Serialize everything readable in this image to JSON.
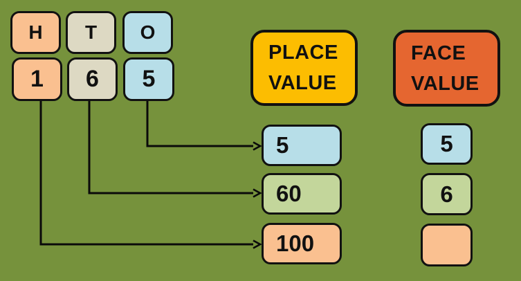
{
  "diagram": {
    "title_semantic": "Place value and face value of 165",
    "background_color": "#76923C",
    "border_color": "#111111",
    "arrow_color": "#0a0a0a"
  },
  "tiles": {
    "headers": [
      {
        "label": "H",
        "color": "#FAC090"
      },
      {
        "label": "T",
        "color": "#DDD9C3"
      },
      {
        "label": "O",
        "color": "#B7DEE8"
      }
    ],
    "digits": [
      {
        "label": "1",
        "color": "#FAC090"
      },
      {
        "label": "6",
        "color": "#DDD9C3"
      },
      {
        "label": "5",
        "color": "#B7DEE8"
      }
    ]
  },
  "place_value": {
    "title_line1": "PLACE",
    "title_line2": "VALUE",
    "header_color": "#FCBD01",
    "items": [
      {
        "value": "5",
        "color": "#B7DEE8"
      },
      {
        "value": "60",
        "color": "#C3D69B"
      },
      {
        "value": "100",
        "color": "#FAC090"
      }
    ]
  },
  "face_value": {
    "title_line1": "FACE",
    "title_line2": "VALUE",
    "header_color": "#E56630",
    "items": [
      {
        "value": "5",
        "color": "#B7DEE8"
      },
      {
        "value": "6",
        "color": "#C3D69B"
      },
      {
        "value": "",
        "color": "#FAC090"
      }
    ]
  }
}
